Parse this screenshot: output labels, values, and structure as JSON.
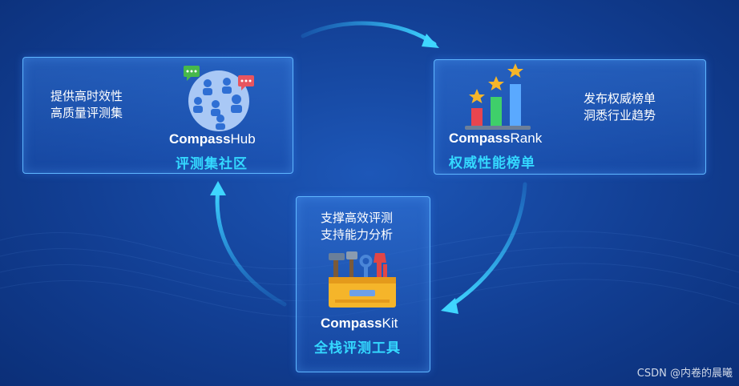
{
  "hub": {
    "desc": [
      "提供高时效性",
      "高质量评测集"
    ],
    "name_bold": "Compass",
    "name_light": "Hub",
    "subtitle": "评测集社区",
    "icon": "community-people-icon"
  },
  "rank": {
    "desc": [
      "发布权威榜单",
      "洞悉行业趋势"
    ],
    "name_bold": "Compass",
    "name_light": "Rank",
    "subtitle": "权威性能榜单",
    "icon": "leaderboard-stars-icon"
  },
  "kit": {
    "desc": [
      "支撑高效评测",
      "支持能力分析"
    ],
    "name_bold": "Compass",
    "name_light": "Kit",
    "subtitle": "全栈评测工具",
    "icon": "toolbox-icon"
  },
  "watermark": "CSDN @内卷的晨曦",
  "colors": {
    "accent": "#34d8ff",
    "card_border": "#5fb6ff",
    "background": "#123f94"
  }
}
